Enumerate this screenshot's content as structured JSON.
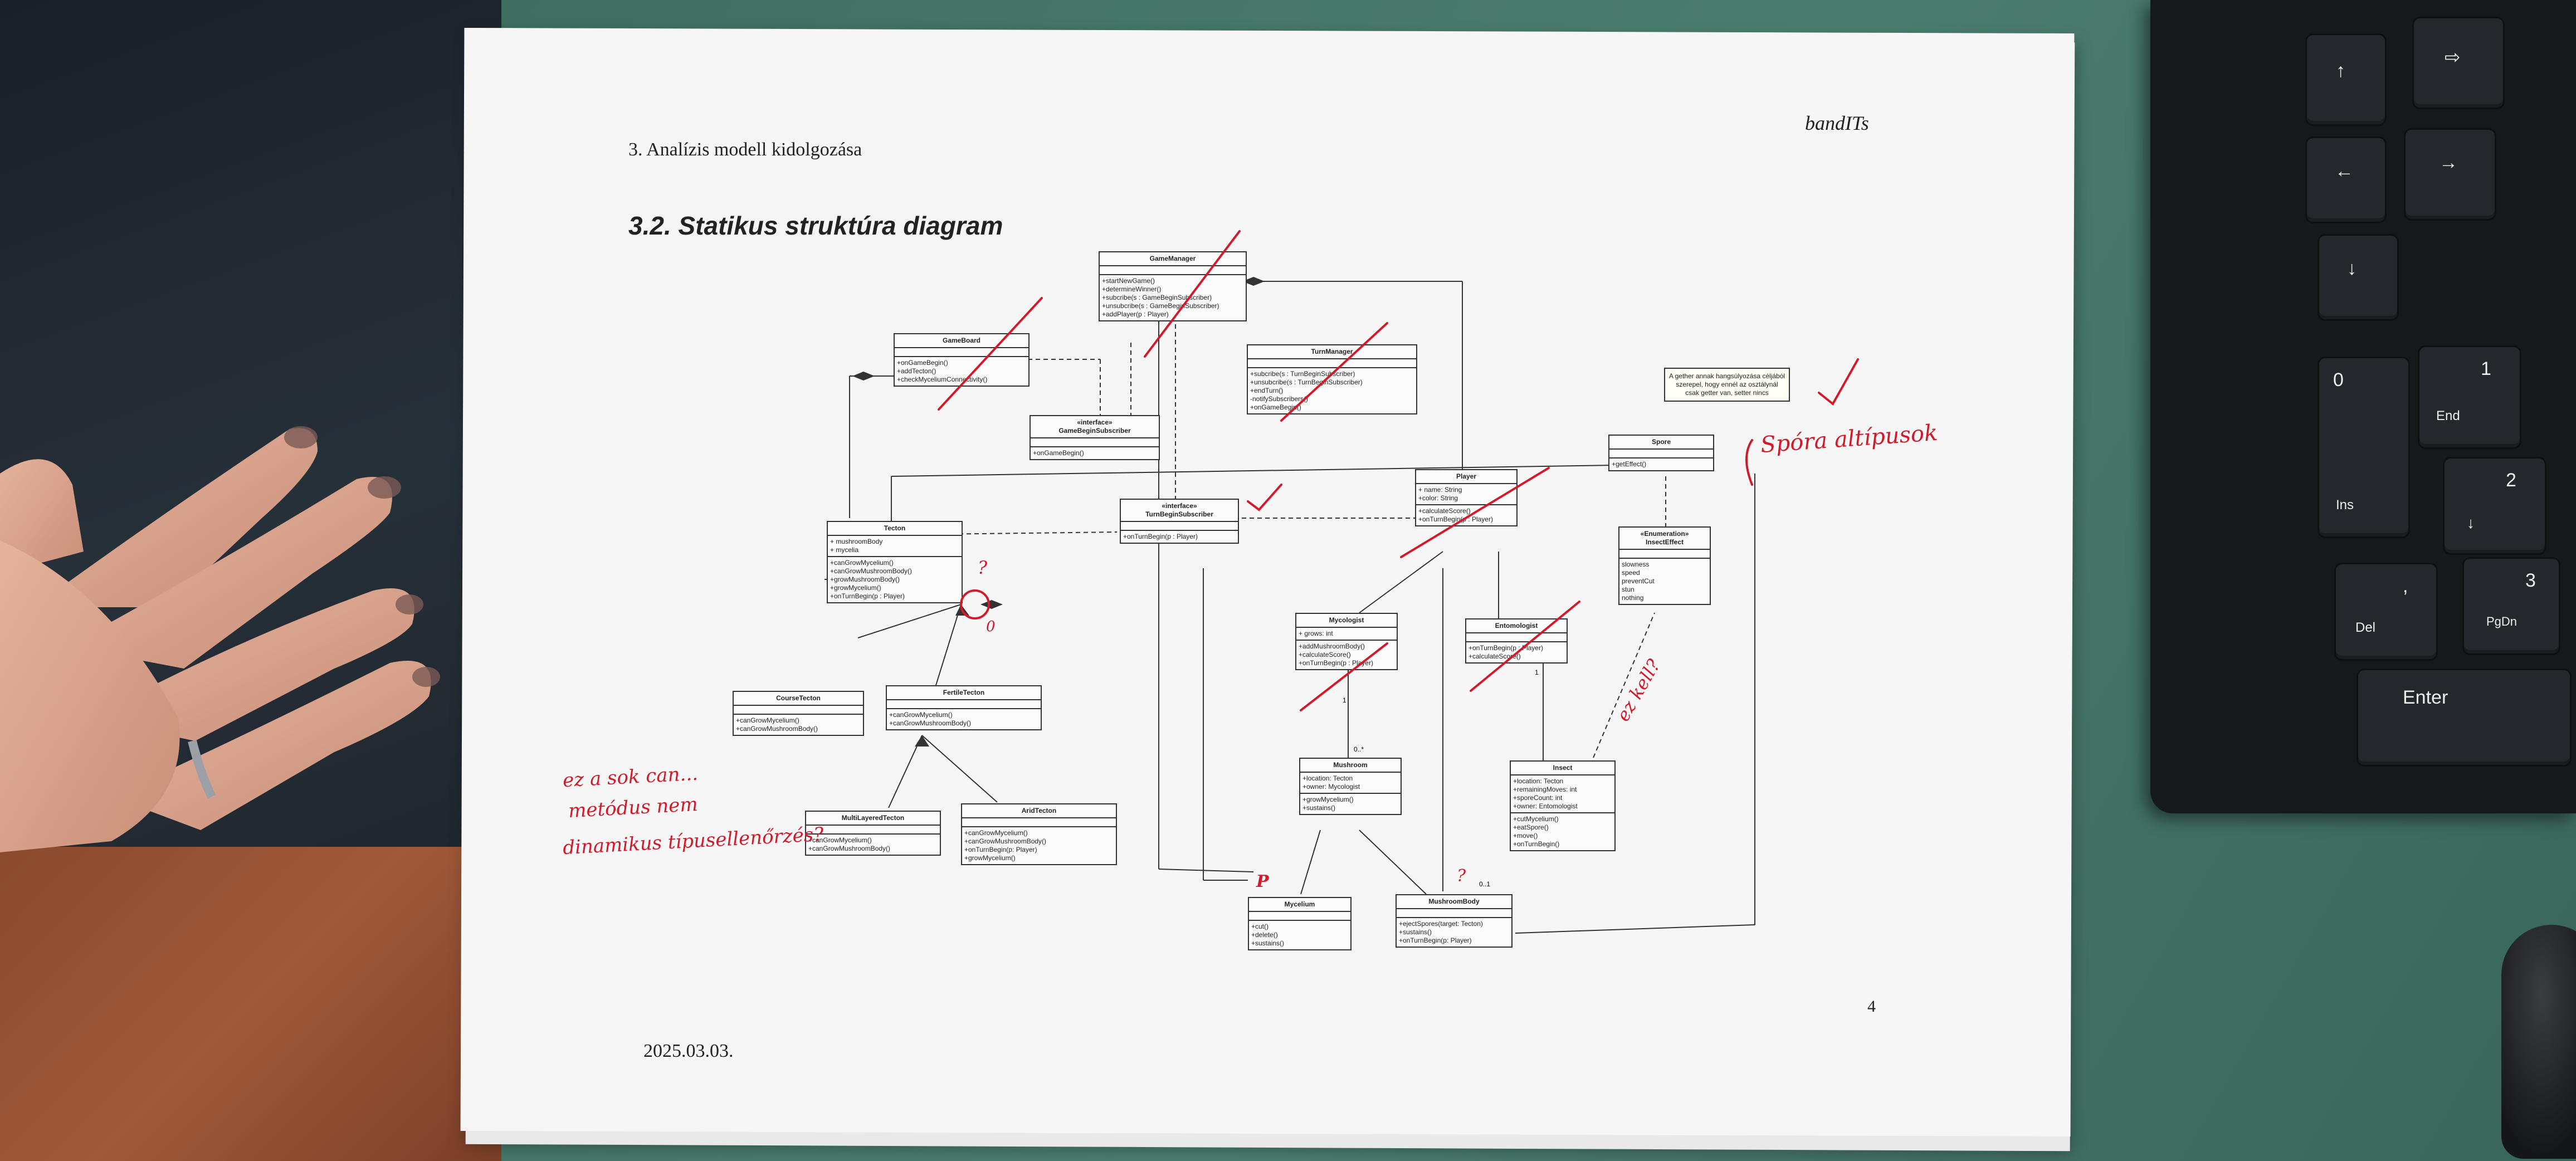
{
  "paper": {
    "chapter": "3. Analízis modell kidolgozása",
    "team": "bandITs",
    "section": "3.2.   Statikus struktúra diagram",
    "page_number": "4",
    "date": "2025.03.03."
  },
  "diagram": {
    "classes": [
      {
        "id": "gamemanager",
        "title": "GameManager",
        "attrs": [],
        "methods": [
          "+startNewGame()",
          "+determineWinner()",
          "+subcribe(s : GameBeginSubscriber)",
          "+unsubcribe(s : GameBeginSubscriber)",
          "+addPlayer(p : Player)"
        ]
      },
      {
        "id": "gameboard",
        "title": "GameBoard",
        "attrs": [],
        "methods": [
          "+onGameBegin()",
          "+addTecton()",
          "+checkMyceliumConnectivity()"
        ]
      },
      {
        "id": "turnmanager",
        "title": "TurnManager",
        "attrs": [],
        "methods": [
          "+subcribe(s : TurnBeginSubscriber)",
          "+unsubcribe(s : TurnBeginSubscriber)",
          "+endTurn()",
          "-notifySubscribers()",
          "+onGameBegin()"
        ]
      },
      {
        "id": "gamebeginsubscriber",
        "title": "«interface»\nGameBeginSubscriber",
        "attrs": [],
        "methods": [
          "+onGameBegin()"
        ]
      },
      {
        "id": "turnbeginsubscriber",
        "title": "«interface»\nTurnBeginSubscriber",
        "attrs": [],
        "methods": [
          "+onTurnBegin(p : Player)"
        ]
      },
      {
        "id": "spore",
        "title": "Spore",
        "attrs": [],
        "methods": [
          "+getEffect()"
        ]
      },
      {
        "id": "player",
        "title": "Player",
        "attrs": [
          "+ name: String",
          "+color: String"
        ],
        "methods": [
          "+calculateScore()",
          "+onTurnBegin(p : Player)"
        ]
      },
      {
        "id": "tecton",
        "title": "Tecton",
        "attrs": [
          "+ mushroomBody",
          "+ mycelia"
        ],
        "methods": [
          "+canGrowMycelium()",
          "+canGrowMushroomBody()",
          "+growMushroomBody()",
          "+growMycelium()",
          "+onTurnBegin(p : Player)"
        ]
      },
      {
        "id": "insecteffect",
        "title": "«Enumeration»\nInsectEffect",
        "attrs": [],
        "methods": [
          "slowness",
          "speed",
          "preventCut",
          "stun",
          "nothing"
        ]
      },
      {
        "id": "mycologist",
        "title": "Mycologist",
        "attrs": [
          "+ grows: int"
        ],
        "methods": [
          "+addMushroomBody()",
          "+calculateScore()",
          "+onTurnBegin(p : Player)"
        ]
      },
      {
        "id": "entomologist",
        "title": "Entomologist",
        "attrs": [],
        "methods": [
          "+onTurnBegin(p : Player)",
          "+calculateScore()"
        ]
      },
      {
        "id": "coursetecton",
        "title": "CourseTecton",
        "attrs": [],
        "methods": [
          "+canGrowMycelium()",
          "+canGrowMushroomBody()"
        ]
      },
      {
        "id": "fertiletecton",
        "title": "FertileTecton",
        "attrs": [],
        "methods": [
          "+canGrowMycelium()",
          "+canGrowMushroomBody()"
        ]
      },
      {
        "id": "mushroom",
        "title": "Mushroom",
        "attrs": [
          "+location: Tecton",
          "+owner: Mycologist"
        ],
        "methods": [
          "+growMycelium()",
          "+sustains()"
        ]
      },
      {
        "id": "insect",
        "title": "Insect",
        "attrs": [
          "+location: Tecton",
          "+remainingMoves: int",
          "+sporeCount: int",
          "+owner: Entomologist"
        ],
        "methods": [
          "+cutMycelium()",
          "+eatSpore()",
          "+move()",
          "+onTurnBegin()"
        ]
      },
      {
        "id": "multilayered",
        "title": "MultiLayeredTecton",
        "attrs": [],
        "methods": [
          "+canGrowMycelium()",
          "+canGrowMushroomBody()"
        ]
      },
      {
        "id": "aridtecton",
        "title": "AridTecton",
        "attrs": [],
        "methods": [
          "+canGrowMycelium()",
          "+canGrowMushroomBody()",
          "+onTurnBegin(p: Player)",
          "+growMycelium()"
        ]
      },
      {
        "id": "mycelium",
        "title": "Mycelium",
        "attrs": [],
        "methods": [
          "+cut()",
          "+delete()",
          "+sustains()"
        ]
      },
      {
        "id": "mushroombody",
        "title": "MushroomBody",
        "attrs": [],
        "methods": [
          "+ejectSpores(target: Tecton)",
          "+sustains()",
          "+onTurnBegin(p: Player)"
        ]
      }
    ],
    "note": "A gether annak hangsúlyozása céljából szerepel, hogy ennél az osztálynál csak getter van, setter nincs",
    "multiplicities": [
      "0..*",
      "1",
      "1",
      "0..1"
    ]
  },
  "handwriting": {
    "spora": "Spóra altípusok",
    "comment_line1": "ez a sok can...",
    "comment_line2": "metódus nem",
    "comment_line3": "dinamikus típusellenőrzés?",
    "ezkell": "ez kell?",
    "qmark": "?",
    "zero": "0",
    "p": "P"
  },
  "keyboard": {
    "keys": [
      "↑",
      "⇨",
      "←",
      "→",
      "↓",
      "0",
      "Ins",
      "1",
      "End",
      "2",
      "↓",
      "3",
      "PgDn",
      "Del",
      ",",
      "Enter"
    ]
  },
  "colors": {
    "ink": "#d11a2a",
    "paper": "#f6f6f6",
    "desk": "#4b7d6f"
  }
}
